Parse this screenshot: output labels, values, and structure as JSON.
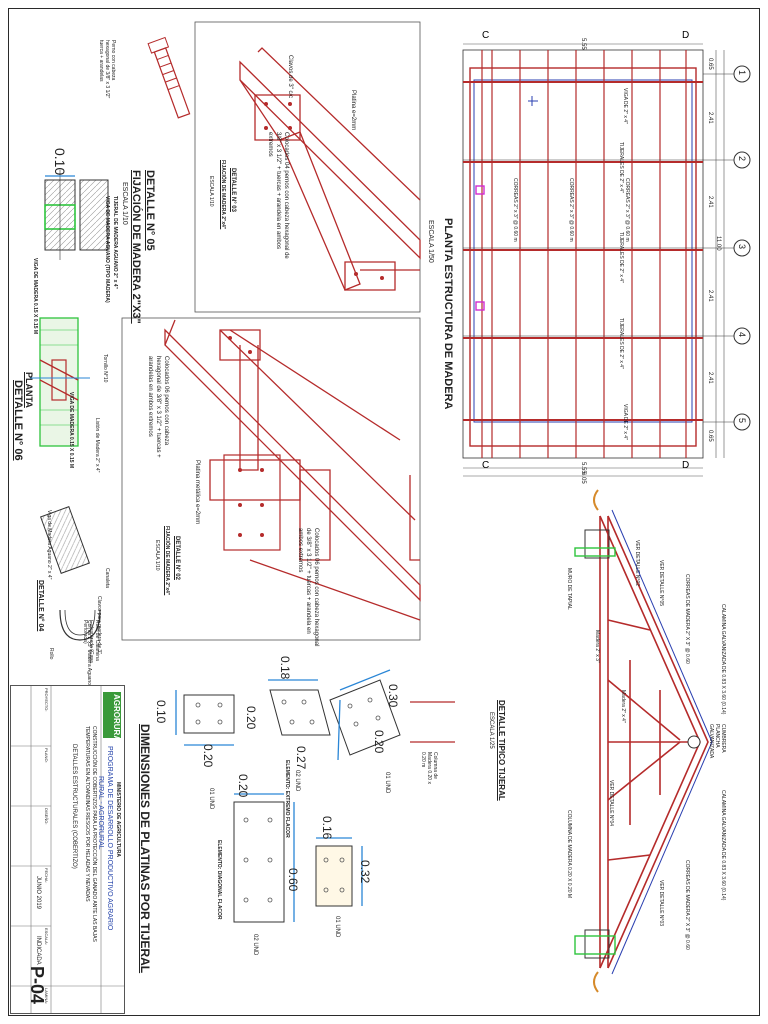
{
  "plan": {
    "title": "PLANTA ESTRUCTURA DE MADERA",
    "scale": "ESCALA 1/50",
    "grid_cols": [
      "C",
      "D"
    ],
    "grid_rows": [
      "1",
      "2",
      "3",
      "4",
      "5"
    ],
    "beam_top": "VIGA DE 2\" x 4\"",
    "beam_bottom": "VIGA DE 2\" x 4\"",
    "tijeral_label": "TIJERALES DE 2\" x 4\"",
    "correa_label": "CORREAS 2\" x 3\" @ 0.60 m",
    "dims_right": [
      "0.65",
      "2.41",
      "2.41",
      "11.00",
      "2.41",
      "2.41",
      "0.65"
    ],
    "dims_top": [
      "5.55"
    ],
    "dims_bottom": [
      "5.55",
      "6.05"
    ]
  },
  "detail05": {
    "title": "DETALLE N° 05",
    "subtitle": "FIJACIÓN DE MADERA 2\"X3\"",
    "scale": "ESCALA 1/10",
    "notes": [
      "TIJERAL DE MADERA AGUANO 2\" x 4\"",
      "VIGA DE MADERA AGUANO (TIPO MADERA)",
      "VIGA DE MADERA 0.15 X 0.15 M"
    ],
    "dim": "0.10",
    "bolt_note": "Perno con cabeza hexagonal de 3/8\" x 3 1/2\" tuerca + arandelas"
  },
  "detail06": {
    "title": "DETALLE N° 06",
    "view": "PLANTA",
    "notes": [
      "VIGA DE MADERA 0.15 X 0.15 M",
      "Listón de Madera 2\" x 4\"",
      "Tornillo N°10"
    ]
  },
  "detail03": {
    "title": "DETALLE N° 03",
    "subtitle": "FIJACIÓN DE MADERA 2\"x4\"",
    "scale": "ESCALA 1/10",
    "notes": [
      "Clavos de 3\" c/c",
      "Platina e=2mm",
      "Colocados 04 pernos con cabeza hexagonal de 3/8\" x 3 1/2\" + tuercas + arandela en ambos extremos"
    ]
  },
  "detail02": {
    "title": "DETALLE N° 02",
    "subtitle": "FIJACIÓN DE MADERA 2\"x4\"",
    "scale": "ESCALA 1/10",
    "notes": [
      "Platina metálica e=2mm",
      "Colocados 06 pernos con cabeza hexagonal de 3/8\" x 3 1/2\" + tuercas + arandelas en ambos extremos",
      "Colocados 06 pernos con cabeza hexagonal de 3/8\" x 3 1/2\" + tuercas + arandela en ambos extremos"
    ]
  },
  "detail04": {
    "title": "DETALLE N° 04",
    "notes": [
      "Viga de Madera Aguano 2\" x 4\"",
      "Canaleta",
      "Rollo de Calamina Galvanizada (Capa Perforada)",
      "Correa 2\"x3\" Madera Aguano",
      "Clavos para madera de 3\"",
      "Rollo"
    ]
  },
  "truss": {
    "title": "DETALLE TIPICO TIJERAL",
    "scale": "ESCALA 1/25",
    "labels": [
      "CALAMINA GALVANIZADA DE 0.83 X 3.60 (0.14)",
      "CUMBRERA PLANCHA GALVANIZADA",
      "CALAMINA GALVANIZADA DE 0.83 X 3.60 (0.14)",
      "CORREAS DE MADERA 2\" X 3\" @ 0.60",
      "CORREAS DE MADERA 2\" X 3\" @ 0.60",
      "VER DETALLE N°05",
      "VER DETALLE N°03",
      "VER DETALLE N°02",
      "VER DETALLE N°04",
      "MURO DE TAPIAL",
      "COLUMNA DE MADERA 0.20 X 0.20 M",
      "Madera 2\" x 4\"",
      "Madera 2\" x 3\""
    ]
  },
  "plates": {
    "title": "DIMENSIONES DE PLATINAS POR TIJERAL",
    "items": [
      {
        "dims": [
          "0.10",
          "0.20",
          "0.20"
        ],
        "qty": "01 UND"
      },
      {
        "dims": [
          "0.18",
          "0.27"
        ],
        "qty": "02 UND",
        "label": "ELEMENTO: EXTREMO FLACOR"
      },
      {
        "dims": [
          "0.30",
          "0.20"
        ],
        "qty": "01 UND"
      },
      {
        "dims": [
          "0.20",
          "0.60"
        ],
        "qty": "02 UND",
        "label": "ELEMENTO: DIAGONAL FLACOR"
      },
      {
        "dims": [
          "0.16",
          "0.32"
        ],
        "qty": "01 UND"
      }
    ],
    "column_note": "Columna de Madera 0.20 x 0.20 m"
  },
  "titleblock": {
    "ministry": "MINISTERIO DE AGRICULTURA",
    "logo": "AGRORURAL",
    "program": "PROGRAMA DE DESARROLLO PRODUCTIVO AGRARIO",
    "program2": "RURAL - AGRORURAL",
    "project": "CONSTRUCCIÓN DE COBERTIZOS PARA LA PROTECCIÓN DEL GANADO ANTE LAS BAJAS TEMPERATURAS EN ALTOANDINAS RIESGOS POR HELADAS Y NEVADAS",
    "sheet_title": "DETALLES ESTRUCTURALES (COBERTIZO)",
    "date": "JUNIO 2019",
    "scale": "INDICADA",
    "sheet_no": "P-04",
    "fields": [
      "PROYECTO:",
      "PLANO:",
      "DISEÑO:",
      "FECHA:",
      "ESCALA:",
      "LAMINA:"
    ]
  }
}
